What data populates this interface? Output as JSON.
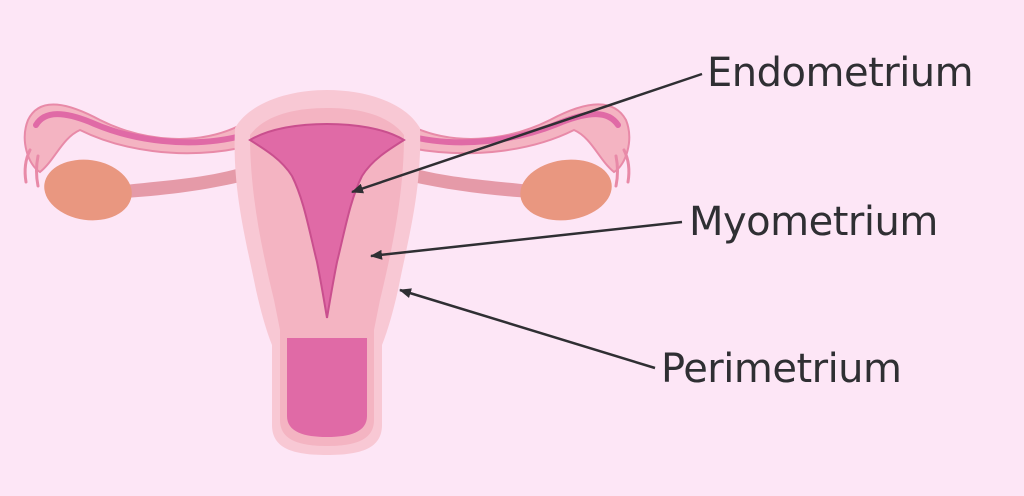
{
  "labels": {
    "endometrium": "Endometrium",
    "myometrium": "Myometrium",
    "perimetrium": "Perimetrium"
  },
  "colors": {
    "background": "#fde6f6",
    "perimetrium": "#f8c8d4",
    "myometrium": "#f4b4c2",
    "endometrium": "#e06aa6",
    "endometrium_edge": "#c94f8e",
    "ovary": "#e99780",
    "pointer": "#2f2f33"
  }
}
